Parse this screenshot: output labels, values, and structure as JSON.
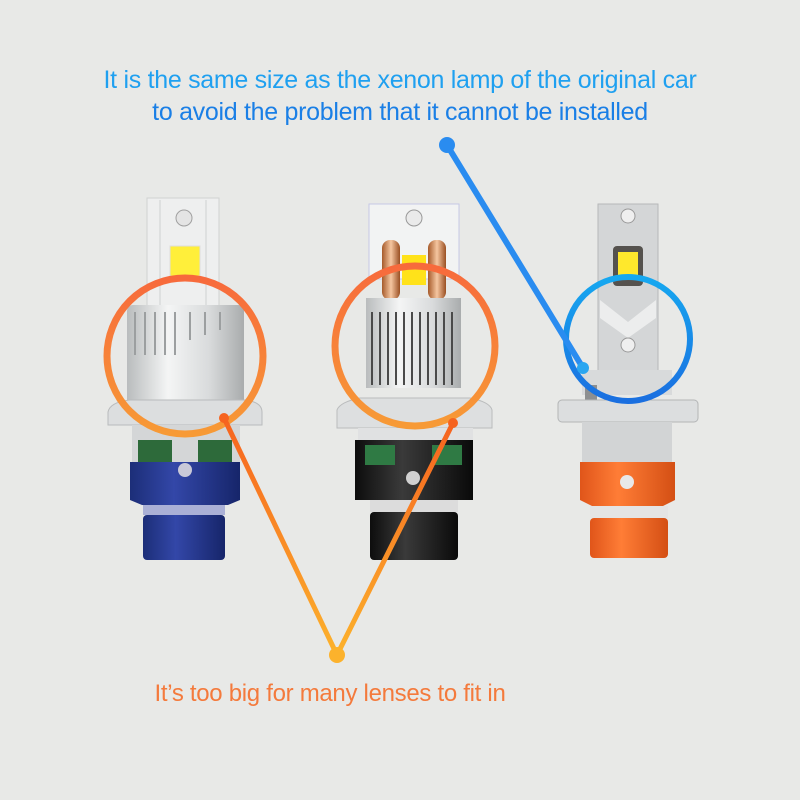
{
  "headline": {
    "line1": "It is the same size as the xenon lamp of the original car",
    "line2": "to avoid the problem that it cannot be installed",
    "color_line1": "#1fa0f0",
    "color_line2": "#1a7fe6"
  },
  "caption": {
    "text": "It’s too big for many lenses to fit in",
    "color": "#f47a3c"
  },
  "products": [
    {
      "name": "bulb-blue-base",
      "base_color": "#233a8e",
      "highlight": "orange-circle"
    },
    {
      "name": "bulb-black-base",
      "base_color": "#1a1a1a",
      "highlight": "orange-circle"
    },
    {
      "name": "bulb-orange-base",
      "base_color": "#f26a22",
      "highlight": "blue-circle"
    }
  ],
  "colors": {
    "background": "#e8e9e7",
    "orange_callout": "#f57a2e",
    "blue_callout": "#1a8cf0"
  }
}
